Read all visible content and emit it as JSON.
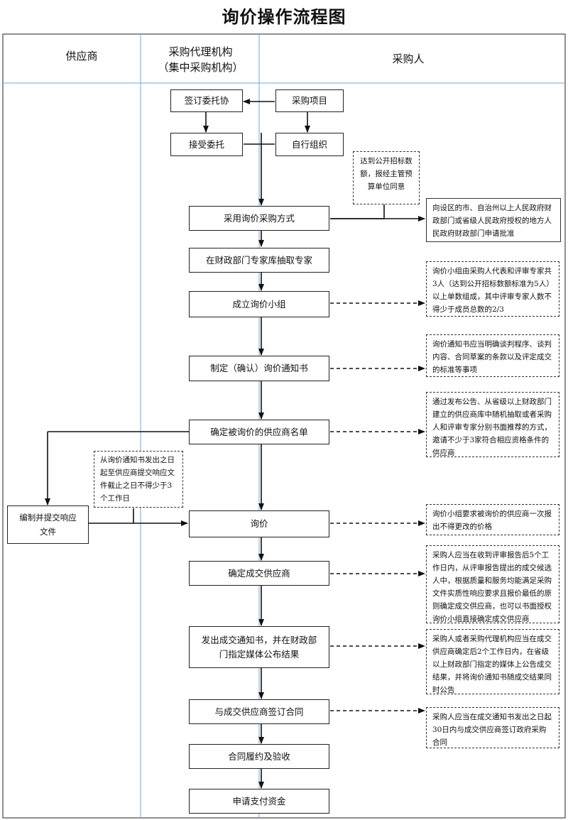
{
  "title": "询价操作流程图",
  "lanes": {
    "supplier": "供应商",
    "agency_line1": "采购代理机构",
    "agency_line2": "（集中采购机构）",
    "purchaser": "采购人"
  },
  "steps": {
    "sign_entrust": "签订委托协",
    "purchase_project": "采购项目",
    "accept_entrust": "接受委托",
    "self_organize": "自行组织",
    "adopt_inquiry": "采用询价采购方式",
    "draw_experts": "在财政部门专家库抽取专家",
    "form_group": "成立询价小组",
    "make_notice": "制定（确认）询价通知书",
    "determine_suppliers": "确定被询价的供应商名单",
    "prepare_response": "编制并提交响应文件",
    "inquiry": "询价",
    "determine_winner": "确定成交供应商",
    "issue_notice": "发出成交通知书，并在财政部门指定媒体公布结果",
    "sign_contract": "与成交供应商签订合同",
    "perform_contract": "合同履约及验收",
    "apply_payment": "申请支付资金"
  },
  "notes": {
    "threshold": "达到公开招标数额，报经主管预算单位同意",
    "apply_approval": "向设区的市、自治州以上人民政府财政部门或省级人民政府授权的地方人民政府财政部门申请批准",
    "group_composition": "询价小组由采购人代表和评审专家共3人（达到公开招标数额标准为5人）以上单数组成，其中评审专家人数不得少于成员总数的2/3",
    "notice_content": "询价通知书应当明确谈判程序、谈判内容、合同草案的条款以及评定成交的标准等事项",
    "supplier_selection": "通过发布公告、从省级以上财政部门建立的供应商库中随机抽取或者采购人和评审专家分别书面推荐的方式，邀请不少于3家符合相应资格条件的供应商",
    "response_period": "从询价通知书发出之日起至供应商提交响应文件截止之日不得少于3个工作日",
    "one_quote": "询价小组要求被询价的供应商一次报出不得更改的价格",
    "winner_rule": "采购人应当在收到评审报告后5个工作日内，从评审报告提出的成交候选人中，根据质量和服务均能满足采购文件实质性响应要求且报价最低的原则确定成交供应商，也可以书面授权询价小组直接确定成交供应商",
    "publish_rule": "采购人或者采购代理机构应当在成交供应商确定后2个工作日内，在省级以上财政部门指定的媒体上公告成交结果，并将询价通知书随成交结果同时公告",
    "contract_rule": "采购人应当在成交通知书发出之日起30日内与成交供应商签订政府采购合同"
  }
}
